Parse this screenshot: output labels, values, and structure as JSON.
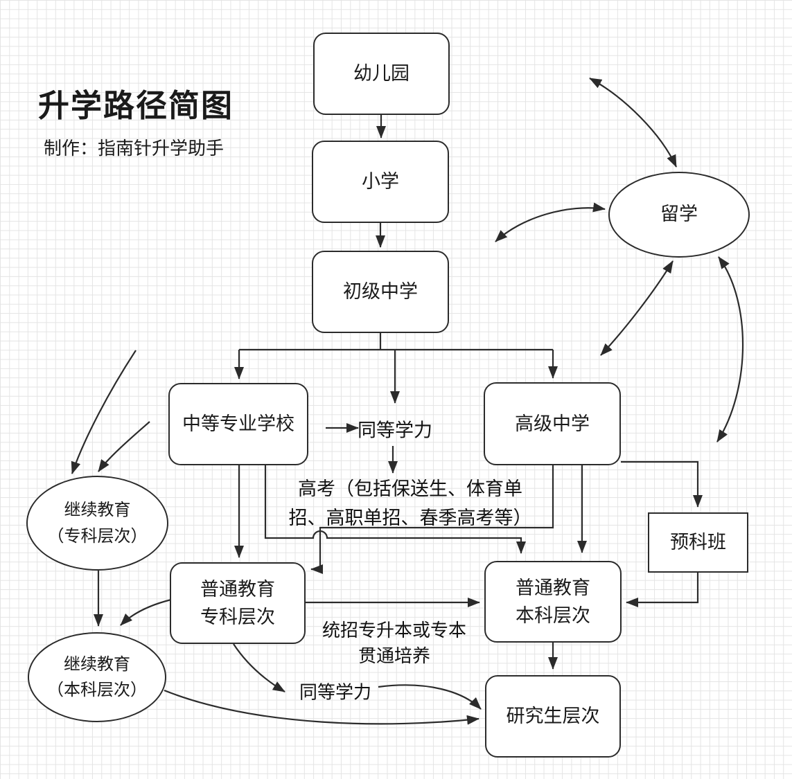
{
  "title": "升学路径简图",
  "subtitle": "制作：指南针升学助手",
  "style": {
    "line_color": "#2b2b2b",
    "grid_color": "#e4e4e4",
    "node_fill": "#ffffff"
  },
  "nodes": {
    "kindergarten": {
      "label": "幼儿园",
      "shape": "rounded-rect"
    },
    "primary": {
      "label": "小学",
      "shape": "rounded-rect"
    },
    "junior": {
      "label": "初级中学",
      "shape": "rounded-rect"
    },
    "abroad": {
      "label": "留学",
      "shape": "ellipse"
    },
    "secondary": {
      "label": "中等专业学校",
      "shape": "rounded-rect"
    },
    "equivalent_mid": {
      "label": "同等学力",
      "shape": "text"
    },
    "senior": {
      "label": "高级中学",
      "shape": "rounded-rect"
    },
    "gaokao": {
      "label": "高考（包括保送生、体育单\n招、高职单招、春季高考等）",
      "shape": "text"
    },
    "cont_zhuanke": {
      "label": "继续教育\n（专科层次）",
      "shape": "ellipse"
    },
    "prep": {
      "label": "预科班",
      "shape": "rect"
    },
    "gen_zhuanke": {
      "label": "普通教育\n专科层次",
      "shape": "rounded-rect"
    },
    "gen_benke": {
      "label": "普通教育\n本科层次",
      "shape": "rounded-rect"
    },
    "zsb_label": {
      "label": "统招专升本或专本\n贯通培养",
      "shape": "text"
    },
    "cont_benke": {
      "label": "继续教育\n（本科层次）",
      "shape": "ellipse"
    },
    "equivalent_bottom": {
      "label": "同等学力",
      "shape": "text"
    },
    "graduate": {
      "label": "研究生层次",
      "shape": "rounded-rect"
    }
  },
  "edges": [
    {
      "from": "幼儿园",
      "to": "小学"
    },
    {
      "from": "小学",
      "to": "初级中学"
    },
    {
      "from": "初级中学",
      "to": "中等专业学校"
    },
    {
      "from": "初级中学",
      "to": "同等学力"
    },
    {
      "from": "初级中学",
      "to": "高级中学"
    },
    {
      "from": "中等专业学校",
      "to": "同等学力"
    },
    {
      "from": "同等学力",
      "to": "高考（包括保送生、体育单招、高职单招、春季高考等）"
    },
    {
      "from": "中等专业学校",
      "to": "普通教育专科层次"
    },
    {
      "from": "中等专业学校",
      "to": "普通教育本科层次"
    },
    {
      "from": "高级中学",
      "to": "普通教育专科层次"
    },
    {
      "from": "高级中学",
      "to": "普通教育本科层次"
    },
    {
      "from": "高级中学",
      "to": "预科班"
    },
    {
      "from": "预科班",
      "to": "普通教育本科层次"
    },
    {
      "from": "普通教育专科层次",
      "to": "普通教育本科层次",
      "label": "统招专升本或专本贯通培养"
    },
    {
      "from": "普通教育本科层次",
      "to": "研究生层次"
    },
    {
      "from": "继续教育（专科层次）",
      "to": "继续教育（本科层次）"
    },
    {
      "from": "普通教育专科层次",
      "to": "继续教育（本科层次）"
    },
    {
      "from": "普通教育专科层次",
      "to": "同等学力（下）"
    },
    {
      "from": "同等学力（下）",
      "to": "研究生层次"
    },
    {
      "from": "继续教育（本科层次）",
      "to": "研究生层次"
    },
    {
      "from": "（未标注来源）",
      "to": "继续教育（专科层次）"
    },
    {
      "from": "（未标注来源）",
      "to": "继续教育（专科层次）"
    },
    {
      "between": [
        "留学",
        "左上方向"
      ],
      "bidirectional": true
    },
    {
      "between": [
        "留学",
        "左侧方向"
      ],
      "bidirectional": true
    },
    {
      "between": [
        "留学",
        "高级中学上方"
      ],
      "bidirectional": true
    },
    {
      "between": [
        "留学",
        "预科班上方"
      ],
      "bidirectional": true
    }
  ]
}
